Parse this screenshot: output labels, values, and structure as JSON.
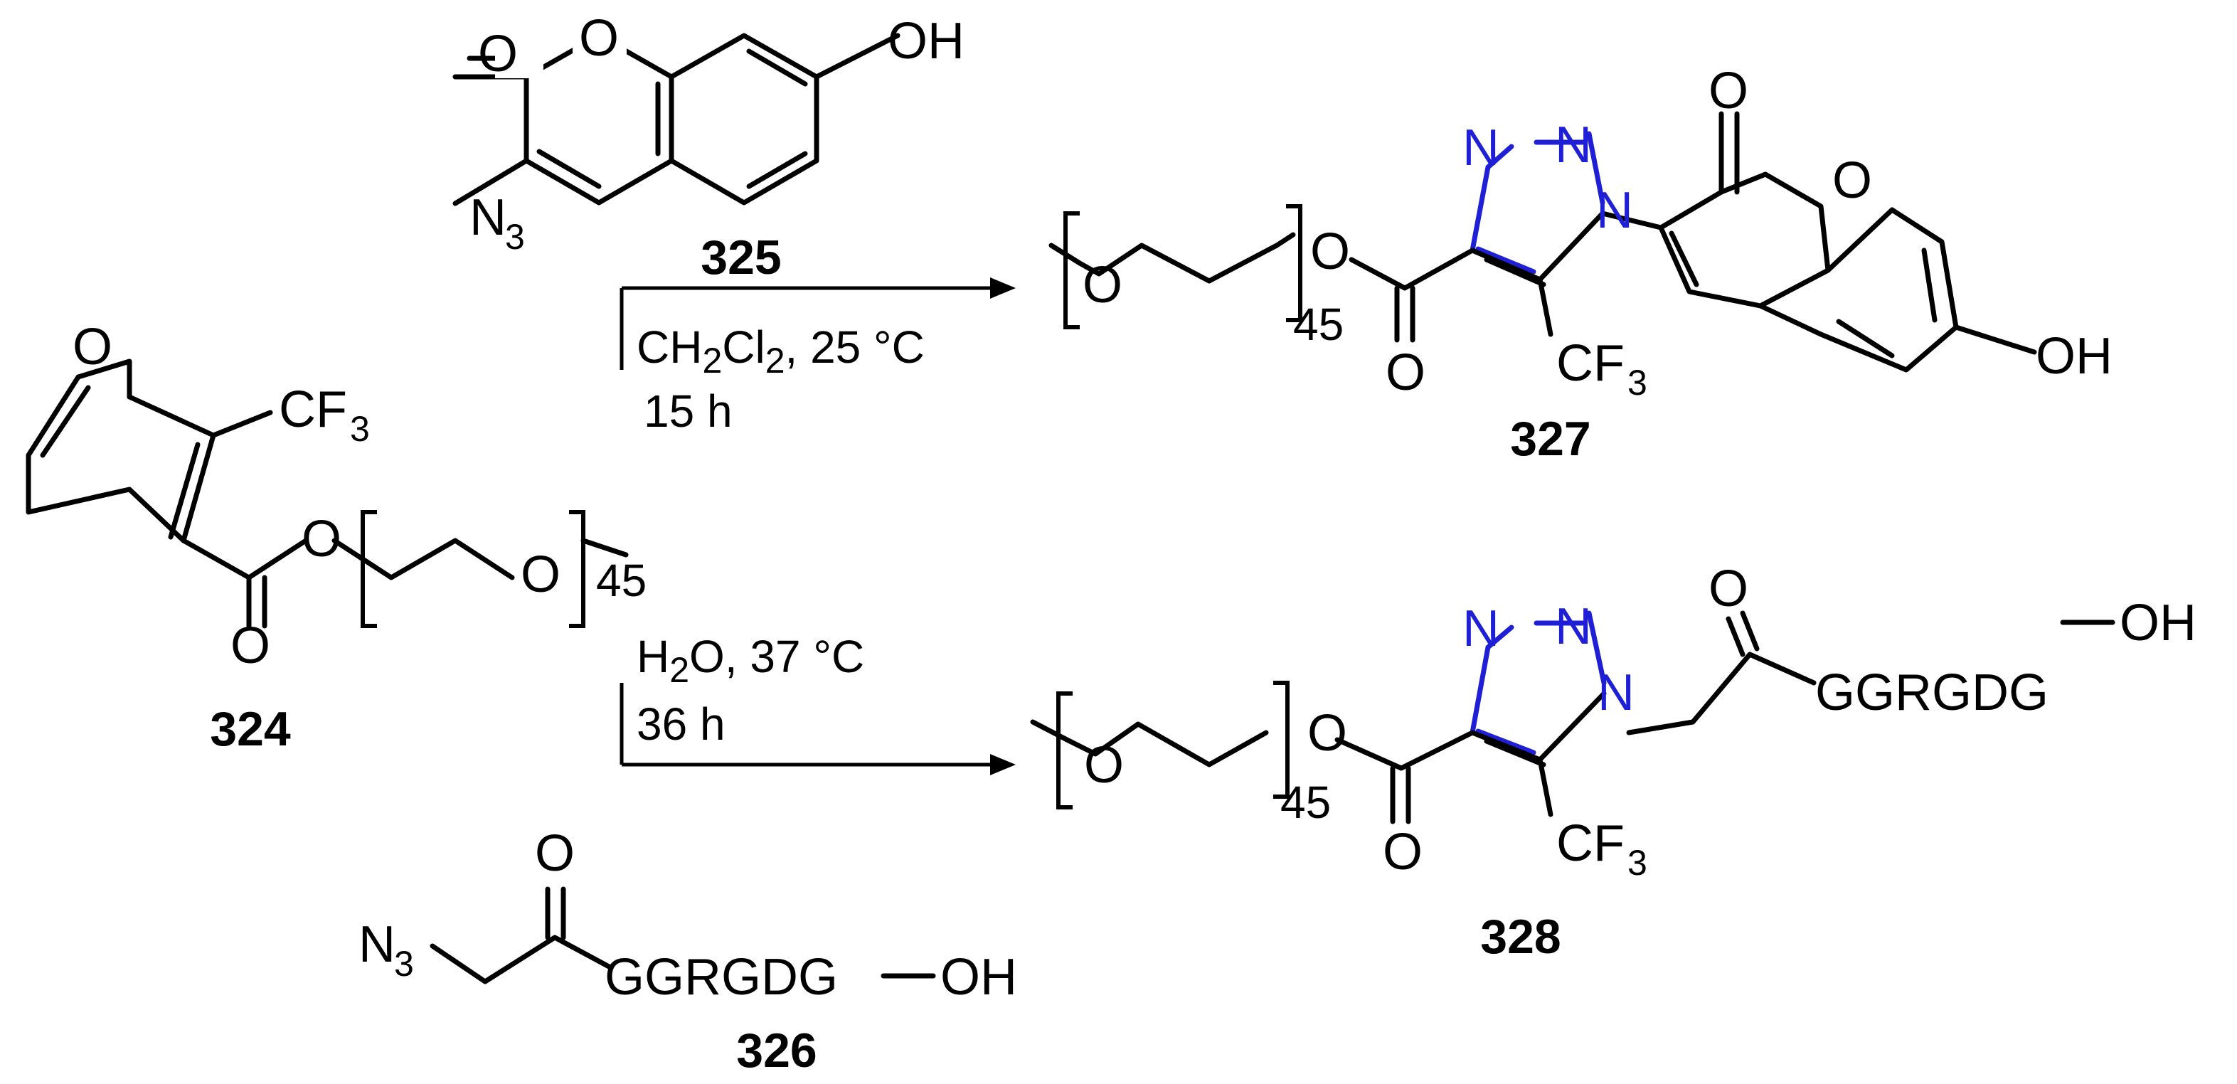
{
  "compounds": {
    "c324": "324",
    "c325": "325",
    "c326": "326",
    "c327": "327",
    "c328": "328"
  },
  "reaction_top": {
    "solvent_main": "CH",
    "solvent_sub1": "2",
    "solvent_mid": "Cl",
    "solvent_sub2": "2",
    "temperature": ", 25 °C",
    "time": "15 h"
  },
  "reaction_bottom": {
    "solvent_main": "H",
    "solvent_sub": "2",
    "temperature": "O, 37 °C",
    "time": "36 h"
  },
  "atoms": {
    "O": "O",
    "N": "N",
    "OH": "OH",
    "CF": "CF",
    "three": "3",
    "repeat_count": "45",
    "peptide": "GGRGDG"
  },
  "colors": {
    "bond": "#000000",
    "triazole": "#1f1fd6",
    "background": "#ffffff"
  }
}
